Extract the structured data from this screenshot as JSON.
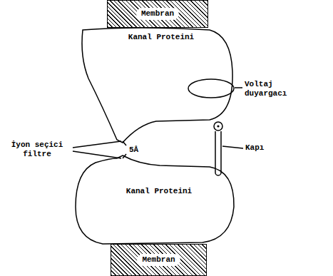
{
  "diagram": {
    "nodes": [
      {
        "text": [
          "Membran"
        ]
      },
      {
        "text": [
          "Kanal Proteini"
        ]
      },
      {
        "text": [
          "Kanal Proteini"
        ]
      },
      {
        "text": [
          "Membran"
        ]
      }
    ],
    "labels": [
      "Voltaj duyargacı",
      "Kapı",
      "İyon seçici filtre",
      "5Å"
    ]
  }
}
